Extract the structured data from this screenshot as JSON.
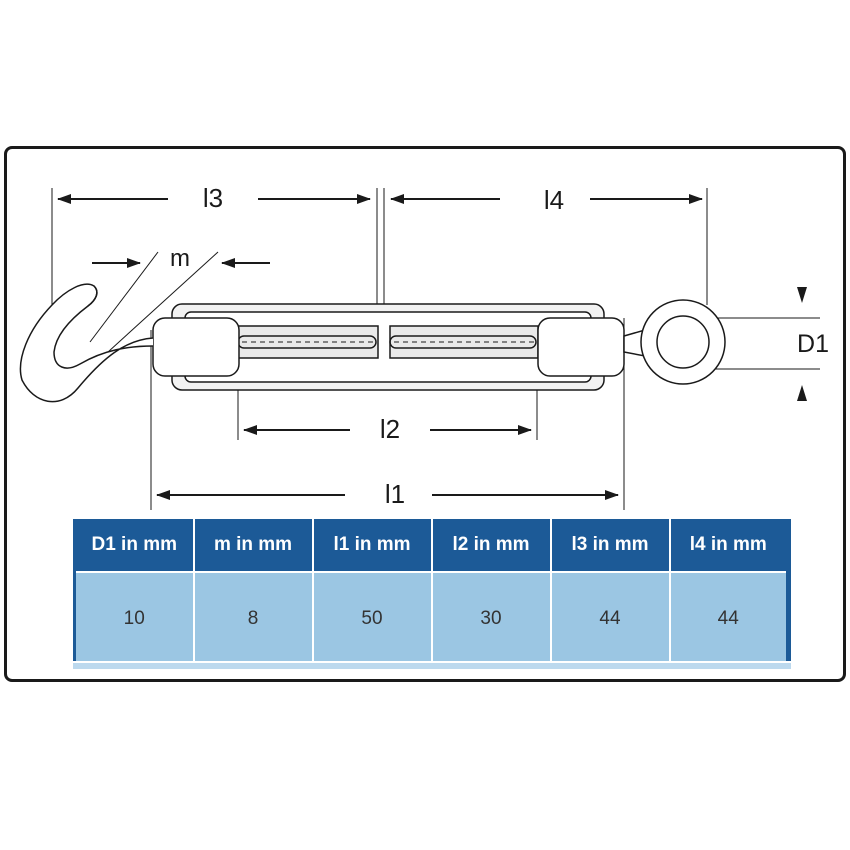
{
  "labels": {
    "l3": "l3",
    "l4": "l4",
    "m": "m",
    "d1": "D1",
    "l2": "l2",
    "l1": "l1"
  },
  "table": {
    "headers": [
      "D1 in mm",
      "m in mm",
      "l1 in mm",
      "l2 in mm",
      "l3 in mm",
      "l4 in mm"
    ],
    "values": [
      "10",
      "8",
      "50",
      "30",
      "44",
      "44"
    ]
  },
  "colors": {
    "header_bg": "#1c5a97",
    "cell_bg": "#9bc6e3",
    "line": "#1a1a1a"
  },
  "icons": [
    "hook-icon",
    "eye-icon",
    "turnbuckle-body-icon"
  ]
}
